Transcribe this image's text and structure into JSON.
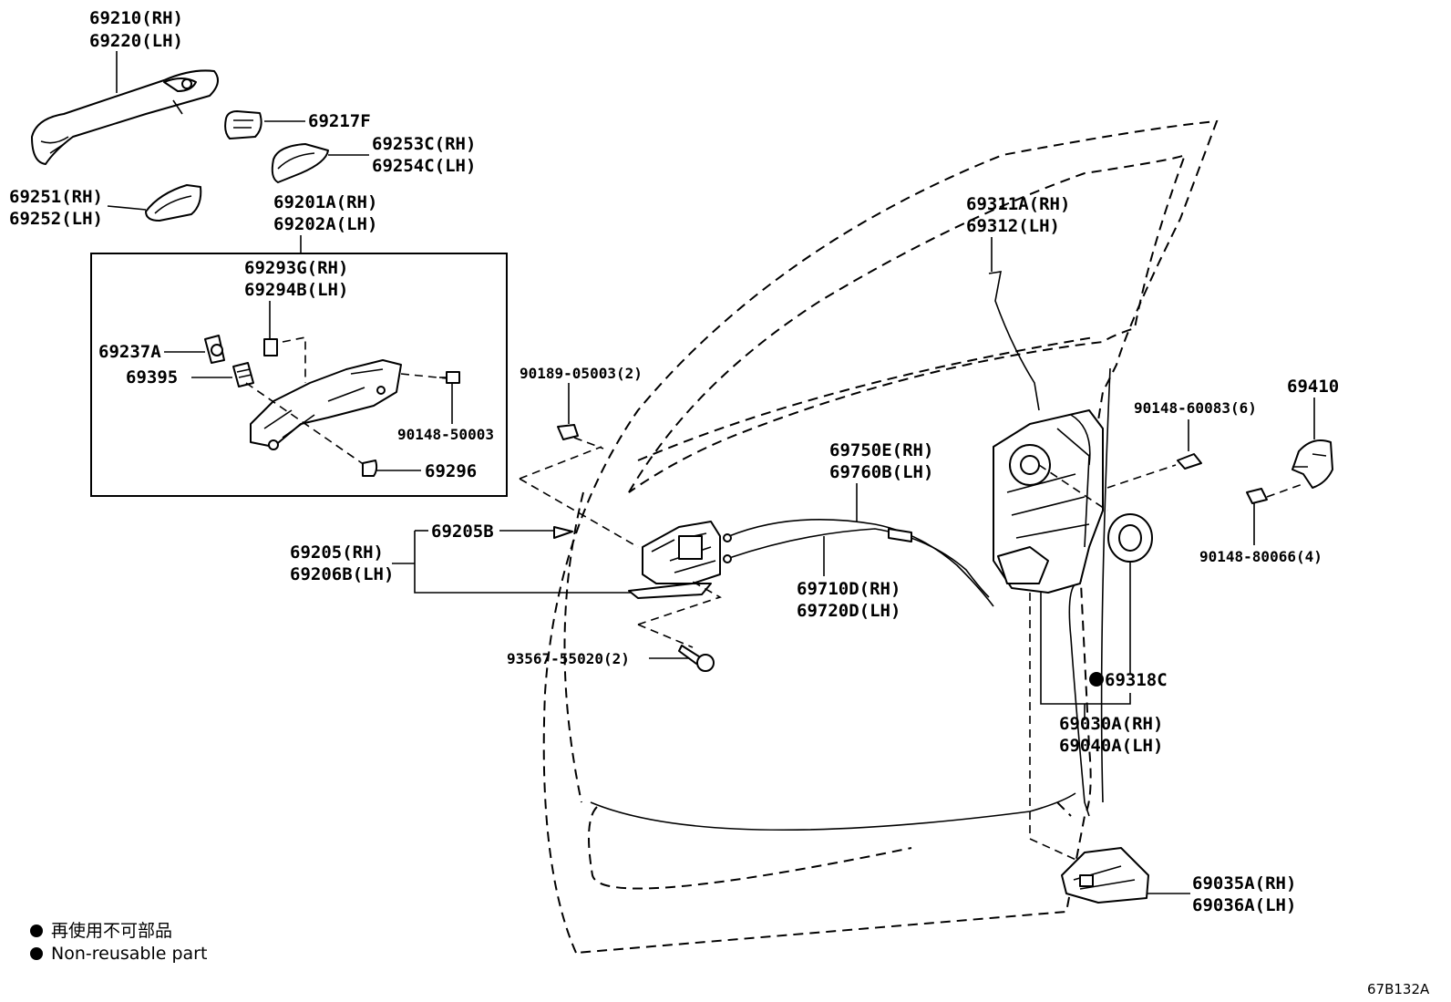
{
  "labels": {
    "outer_handle_rh": "69210(RH)",
    "outer_handle_lh": "69220(LH)",
    "cap": "69217F",
    "pad_rh": "69253C(RH)",
    "pad_lh": "69254C(LH)",
    "cover_rh": "69251(RH)",
    "cover_lh": "69252(LH)",
    "frame_rh": "69201A(RH)",
    "frame_lh": "69202A(LH)",
    "sub_rh": "69293G(RH)",
    "sub_lh": "69294B(LH)",
    "p69237a": "69237A",
    "p69395": "69395",
    "screw_50003": "90148-50003",
    "p69296": "69296",
    "clip_05003": "90189-05003(2)",
    "inner_rh": "69205(RH)",
    "inner_lh": "69206B(LH)",
    "p69205b": "69205B",
    "screw_55020": "93567-55020(2)",
    "cable1_rh": "69750E(RH)",
    "cable1_lh": "69760B(LH)",
    "cable2_rh": "69710D(RH)",
    "cable2_lh": "69720D(LH)",
    "rod_rh": "69311A(RH)",
    "rod_lh": "69312(LH)",
    "screw_60083": "90148-60083(6)",
    "striker": "69410",
    "screw_80066": "90148-80066(4)",
    "seal": "69318C",
    "lock_rh": "69030A(RH)",
    "lock_lh": "69040A(LH)",
    "cover2_rh": "69035A(RH)",
    "cover2_lh": "69036A(LH)"
  },
  "legend": {
    "jp": "再使用不可部品",
    "en": "Non-reusable part"
  },
  "figure_ref": "67B132A"
}
